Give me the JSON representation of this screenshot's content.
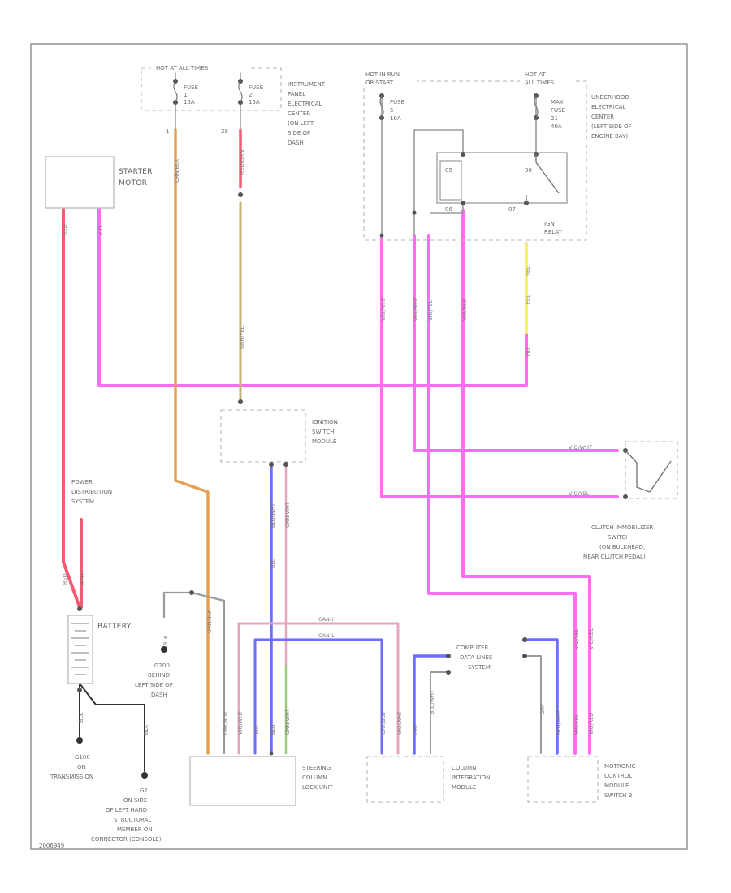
{
  "fuse_blocks": {
    "ip": {
      "header": "HOT AT ALL TIMES",
      "fuse1": [
        "FUSE",
        "1",
        "15A"
      ],
      "fuse2": [
        "FUSE",
        "2",
        "15A"
      ],
      "pin_left": "1",
      "pin_right": "28",
      "desc": [
        "INSTRUMENT",
        "PANEL",
        "ELECTRICAL",
        "CENTER",
        "(ON LEFT",
        "SIDE OF",
        "DASH)"
      ]
    },
    "uec": {
      "header_run": [
        "HOT IN RUN",
        "OR START"
      ],
      "header_all": [
        "HOT AT",
        "ALL TIMES"
      ],
      "fuse5": [
        "FUSE",
        "5",
        "10A"
      ],
      "maxi": [
        "MAXI",
        "FUSE",
        "21",
        "40A"
      ],
      "relay_pins": [
        "85",
        "30",
        "86",
        "87"
      ],
      "relay": [
        "IGN",
        "RELAY"
      ],
      "desc": [
        "UNDERHOOD",
        "ELECTRICAL",
        "CENTER",
        "(LEFT SIDE OF",
        "ENGINE BAY)"
      ]
    }
  },
  "components": {
    "starter": [
      "STARTER",
      "MOTOR"
    ],
    "ignition": [
      "IGNITION",
      "SWITCH",
      "MODULE"
    ],
    "pds": [
      "POWER",
      "DISTRIBUTION",
      "SYSTEM"
    ],
    "battery": "BATTERY",
    "g100": [
      "G100",
      "ON",
      "TRANSMISSION"
    ],
    "g200": [
      "G200",
      "BEHIND",
      "LEFT SIDE OF",
      "DASH"
    ],
    "g_blk": "BLK",
    "g2": [
      "G2",
      "ON SIDE",
      "OF LEFT HAND",
      "STRUCTURAL",
      "MEMBER ON",
      "CONNECTOR (CONSOLE)"
    ],
    "clutch": [
      "CLUTCH IMMOBILIZER",
      "SWITCH",
      "(ON BULKHEAD,",
      "NEAR CLUTCH PEDAL)"
    ],
    "clutch_wires": [
      "VIO/WHT",
      "VIO/YEL"
    ],
    "cdls": [
      "COMPUTER",
      "DATA LINES",
      "SYSTEM"
    ],
    "steering": [
      "STEERING",
      "COLUMN",
      "LOCK UNIT"
    ],
    "column": [
      "COLUMN",
      "INTEGRATION",
      "MODULE"
    ],
    "motronic": [
      "MOTRONIC",
      "CONTROL",
      "MODULE",
      "SWITCH B"
    ]
  },
  "wires": {
    "starter_red": "RED",
    "starter_vio": "VIO",
    "fuse1_out": "ORN/BLK",
    "fuse2_out": "RED/GRN",
    "fuse2_down": "GRN/YEL",
    "uec_1": "VIO/WHT",
    "uec_2": "VIO/WHT",
    "uec_3": "VIO/YEL",
    "uec_4": "VIO/RED",
    "relay_out": "YEL",
    "relay_out2": "YEL",
    "relay_vio": "VIO",
    "ign_blu": "BLU/WHT",
    "ign_blu2": "BLU",
    "ign_grn": "GRN/WHT",
    "can_h": "CAN-H",
    "can_l": "CAN-L",
    "sc_1": "GRY/BLU",
    "sc_2": "ORN/BLK",
    "sc_3": "VIO/WHT",
    "sc_4": "VIO",
    "sc_5": "BLU",
    "sc_6": "GRN/WHT",
    "cim_1": "GRY/BLU",
    "cim_2": "VIO/WHT",
    "cim_3": "GRY",
    "cim_4": "BLU/WHT",
    "mm_1": "GRY",
    "mm_2": "BLU/WHT",
    "mm_3": "VIO/YEL",
    "mm_4": "VIO/RED",
    "pds_1": "RED",
    "pds_2": "RED",
    "bat_blk": "BLK",
    "g2_wire": "BLK",
    "mm_top": "VIO/YEL",
    "mm_top2": "VIO/RED"
  },
  "colors": {
    "red": "#f45a72",
    "orange": "#e3a25c",
    "tan": "#c6b27a",
    "magenta": "#ff6df1",
    "blue": "#6d6dff",
    "yellow": "#f5f07a",
    "grn": "#9acb7a",
    "pink": "#e6a6c0",
    "gray": "#9a9a9a",
    "black": "#333333"
  },
  "footer": "2006949"
}
